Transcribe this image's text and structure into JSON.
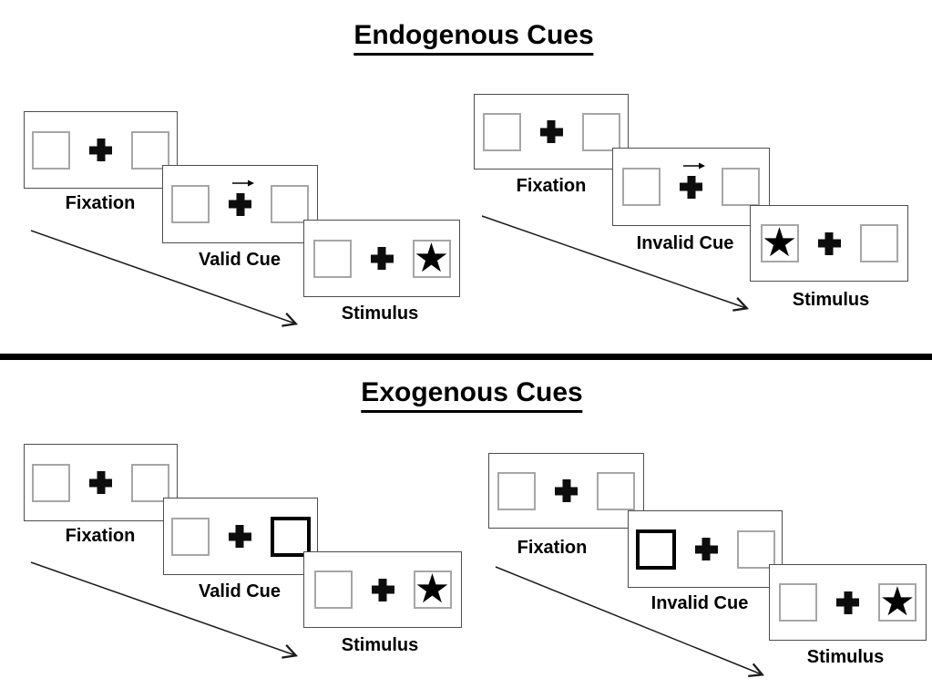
{
  "glyphs": {
    "star": "★"
  },
  "colors": {
    "ink": "#000000",
    "card_border": "#4d4d4d",
    "box_border": "#a6a6a6",
    "cue_highlight_border": "#000000"
  },
  "sections": [
    {
      "title": "Endogenous Cues",
      "groups": [
        {
          "name": "valid",
          "cue_style": "arrow-above-cross-pointing-right",
          "stimulus_side": "right",
          "frames": [
            {
              "label": "Fixation"
            },
            {
              "label": "Valid Cue"
            },
            {
              "label": "Stimulus"
            }
          ]
        },
        {
          "name": "invalid",
          "cue_style": "arrow-above-cross-pointing-right",
          "stimulus_side": "left",
          "frames": [
            {
              "label": "Fixation"
            },
            {
              "label": "Invalid Cue"
            },
            {
              "label": "Stimulus"
            }
          ]
        }
      ]
    },
    {
      "title": "Exogenous Cues",
      "groups": [
        {
          "name": "valid",
          "cue_style": "thick-box-right",
          "stimulus_side": "right",
          "frames": [
            {
              "label": "Fixation"
            },
            {
              "label": "Valid Cue"
            },
            {
              "label": "Stimulus"
            }
          ]
        },
        {
          "name": "invalid",
          "cue_style": "thick-box-left",
          "stimulus_side": "right",
          "frames": [
            {
              "label": "Fixation"
            },
            {
              "label": "Invalid Cue"
            },
            {
              "label": "Stimulus"
            }
          ]
        }
      ]
    }
  ]
}
